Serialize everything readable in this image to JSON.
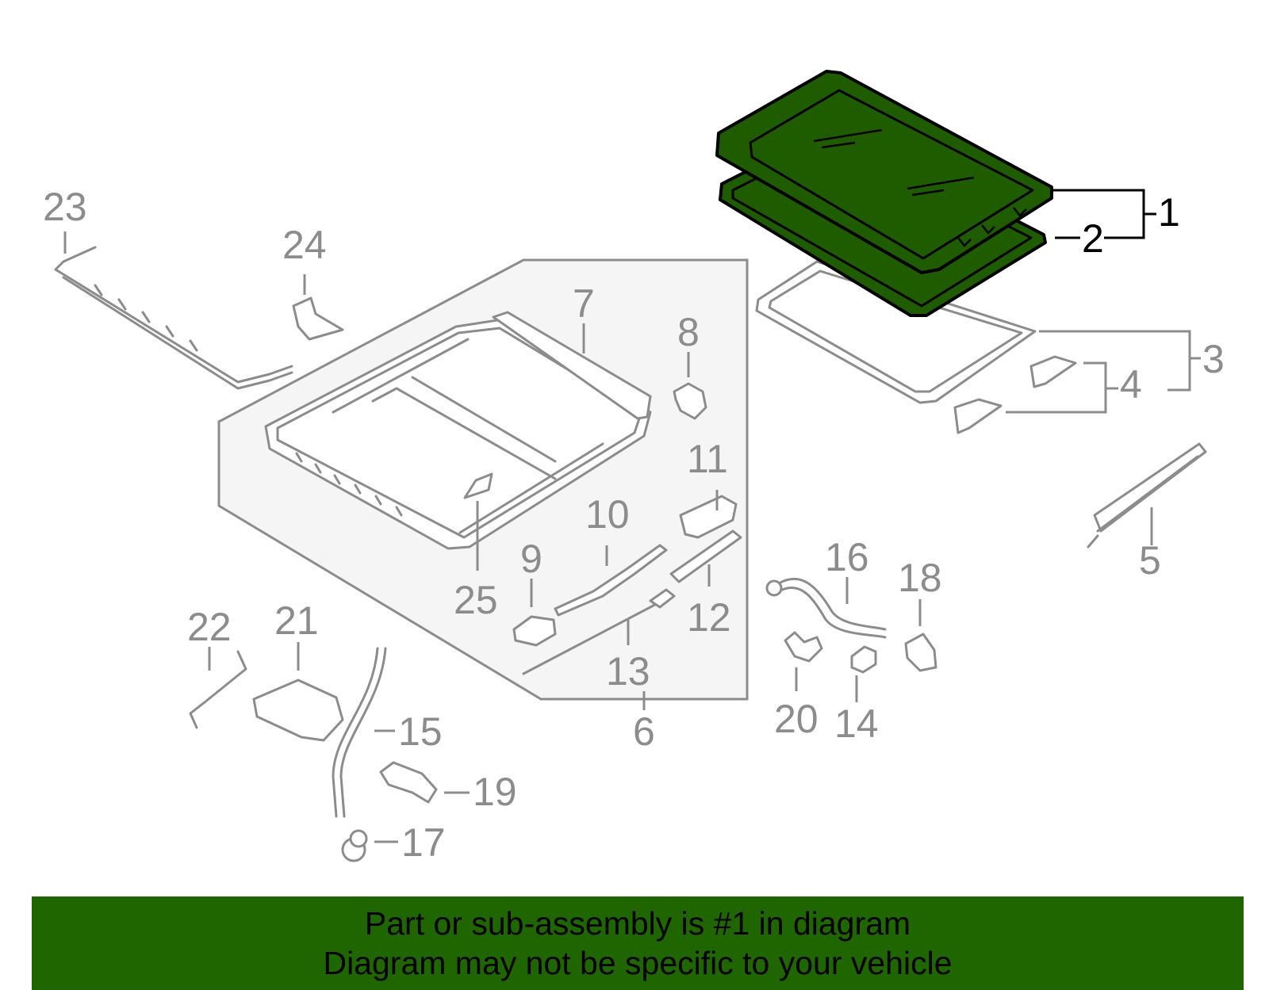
{
  "callouts": {
    "c1": "1",
    "c2": "2",
    "c3": "3",
    "c4": "4",
    "c5": "5",
    "c6": "6",
    "c7": "7",
    "c8": "8",
    "c9": "9",
    "c10": "10",
    "c11": "11",
    "c12": "12",
    "c13": "13",
    "c14": "14",
    "c15": "15",
    "c16": "16",
    "c17": "17",
    "c18": "18",
    "c19": "19",
    "c20": "20",
    "c21": "21",
    "c22": "22",
    "c23": "23",
    "c24": "24",
    "c25": "25"
  },
  "highlighted_part": "1",
  "banner": {
    "line1": "Part or sub-assembly is #1 in diagram",
    "line2": "Diagram may not be specific to your vehicle"
  },
  "colors": {
    "highlight": "#1f5c00",
    "banner": "#1f6600",
    "parts": "#8c8c8c",
    "group_panel": "#f5f5f5"
  }
}
